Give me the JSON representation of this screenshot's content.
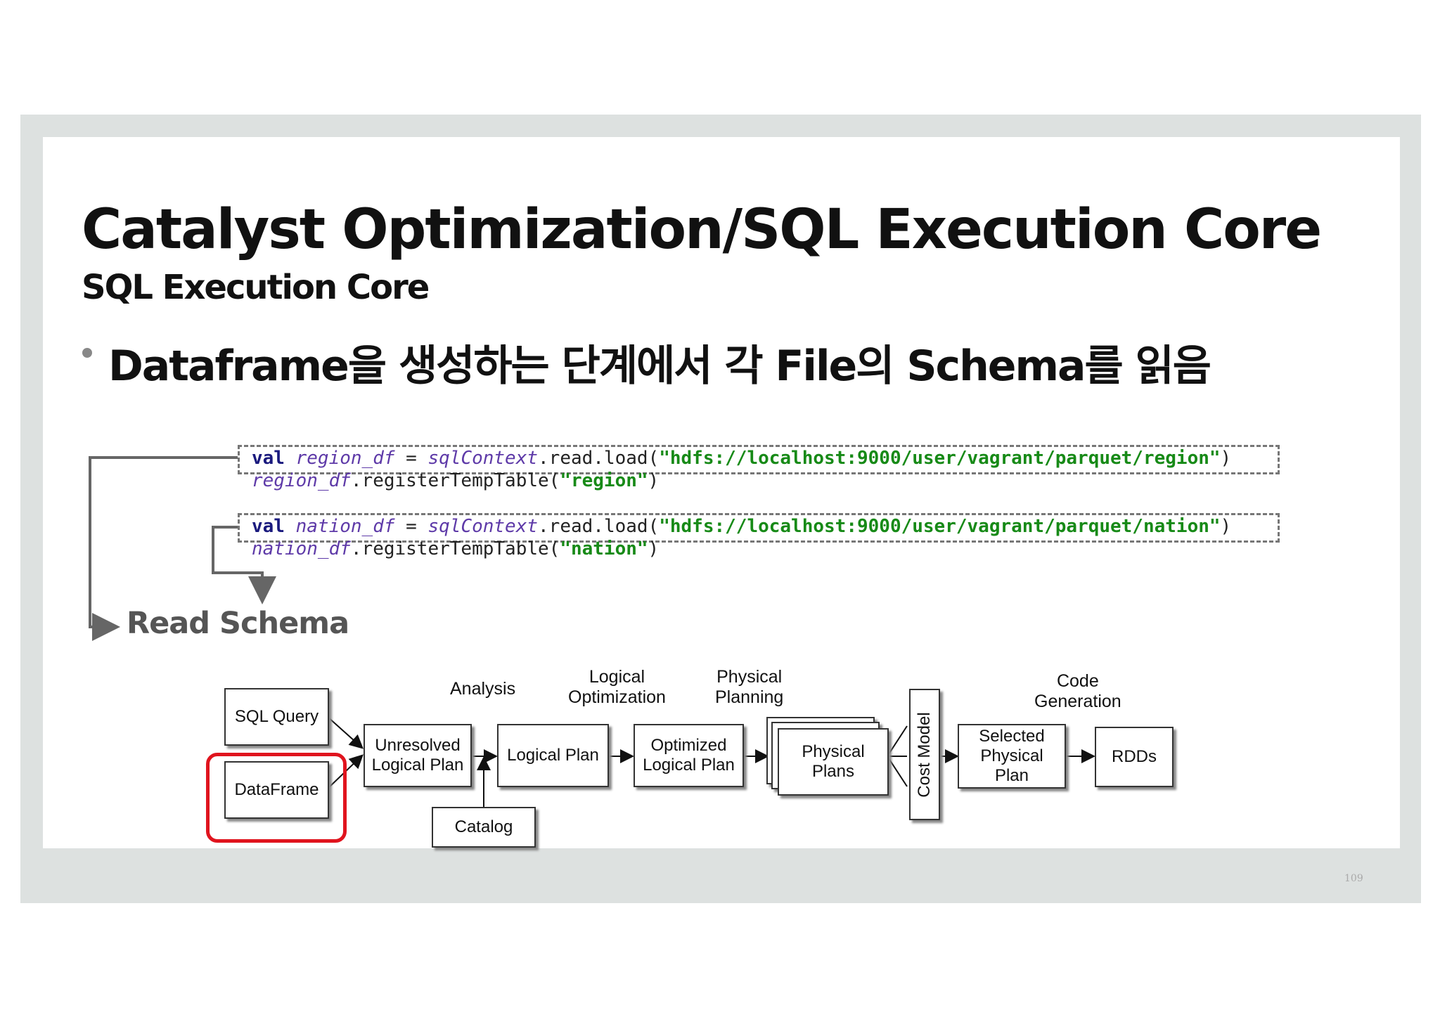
{
  "slide": {
    "title": "Catalyst Optimization/SQL Execution Core",
    "subtitle": "SQL Execution Core",
    "bullet": "Dataframe을 생성하는 단계에서 각 File의 Schema를 읽음",
    "page_number": "109"
  },
  "code_blocks": [
    {
      "line1": {
        "kw": "val",
        "var": "region_df",
        "eq": " = ",
        "ctx": "sqlContext",
        "call": ".read.load(",
        "str": "\"hdfs://localhost:9000/user/vagrant/parquet/region\"",
        "close": ")"
      },
      "line2": {
        "var": "region_df",
        "call": ".registerTempTable(",
        "str": "\"region\"",
        "close": ")"
      }
    },
    {
      "line1": {
        "kw": "val",
        "var": "nation_df",
        "eq": " = ",
        "ctx": "sqlContext",
        "call": ".read.load(",
        "str": "\"hdfs://localhost:9000/user/vagrant/parquet/nation\"",
        "close": ")"
      },
      "line2": {
        "var": "nation_df",
        "call": ".registerTempTable(",
        "str": "\"nation\"",
        "close": ")"
      }
    }
  ],
  "annotation": {
    "label": "Read Schema"
  },
  "diagram": {
    "stages": {
      "analysis": "Analysis",
      "logical_optimization_1": "Logical",
      "logical_optimization_2": "Optimization",
      "physical_planning_1": "Physical",
      "physical_planning_2": "Planning",
      "code_generation_1": "Code",
      "code_generation_2": "Generation"
    },
    "boxes": {
      "sql_query": "SQL Query",
      "dataframe": "DataFrame",
      "unresolved_1": "Unresolved",
      "unresolved_2": "Logical Plan",
      "logical_plan": "Logical Plan",
      "optimized_1": "Optimized",
      "optimized_2": "Logical Plan",
      "physical_1": "Physical",
      "physical_2": "Plans",
      "cost_model": "Cost Model",
      "selected_1": "Selected",
      "selected_2": "Physical",
      "selected_3": "Plan",
      "rdds": "RDDs",
      "catalog": "Catalog"
    },
    "highlight_color": "#e0141e"
  }
}
